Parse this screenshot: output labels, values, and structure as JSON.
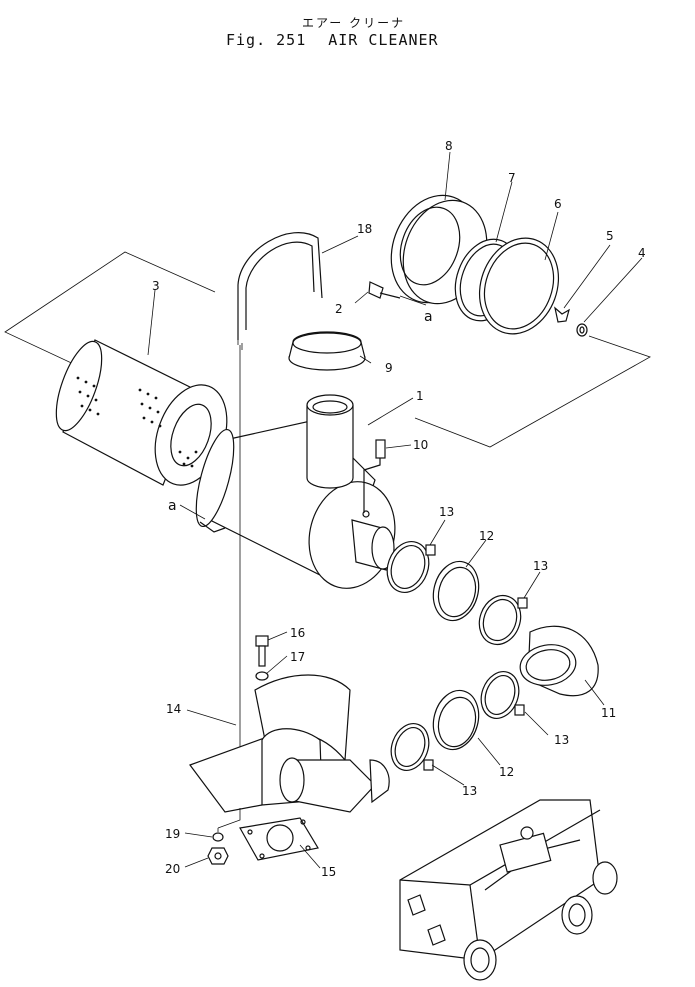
{
  "header": {
    "title_jp": "エアー クリーナ",
    "fig_label": "Fig. 251",
    "fig_title": "AIR CLEANER"
  },
  "callouts": [
    {
      "id": "c1",
      "text": "1"
    },
    {
      "id": "c2",
      "text": "2"
    },
    {
      "id": "c3",
      "text": "3"
    },
    {
      "id": "c4",
      "text": "4"
    },
    {
      "id": "c5",
      "text": "5"
    },
    {
      "id": "c6",
      "text": "6"
    },
    {
      "id": "c7",
      "text": "7"
    },
    {
      "id": "c8",
      "text": "8"
    },
    {
      "id": "c9",
      "text": "9"
    },
    {
      "id": "c10",
      "text": "10"
    },
    {
      "id": "c11",
      "text": "11"
    },
    {
      "id": "c12a",
      "text": "12"
    },
    {
      "id": "c12b",
      "text": "12"
    },
    {
      "id": "c13a",
      "text": "13"
    },
    {
      "id": "c13b",
      "text": "13"
    },
    {
      "id": "c13c",
      "text": "13"
    },
    {
      "id": "c13d",
      "text": "13"
    },
    {
      "id": "c14",
      "text": "14"
    },
    {
      "id": "c15",
      "text": "15"
    },
    {
      "id": "c16",
      "text": "16"
    },
    {
      "id": "c17",
      "text": "17"
    },
    {
      "id": "c18",
      "text": "18"
    },
    {
      "id": "c19",
      "text": "19"
    },
    {
      "id": "c20",
      "text": "20"
    },
    {
      "id": "ca1",
      "text": "a"
    },
    {
      "id": "ca2",
      "text": "a"
    }
  ]
}
